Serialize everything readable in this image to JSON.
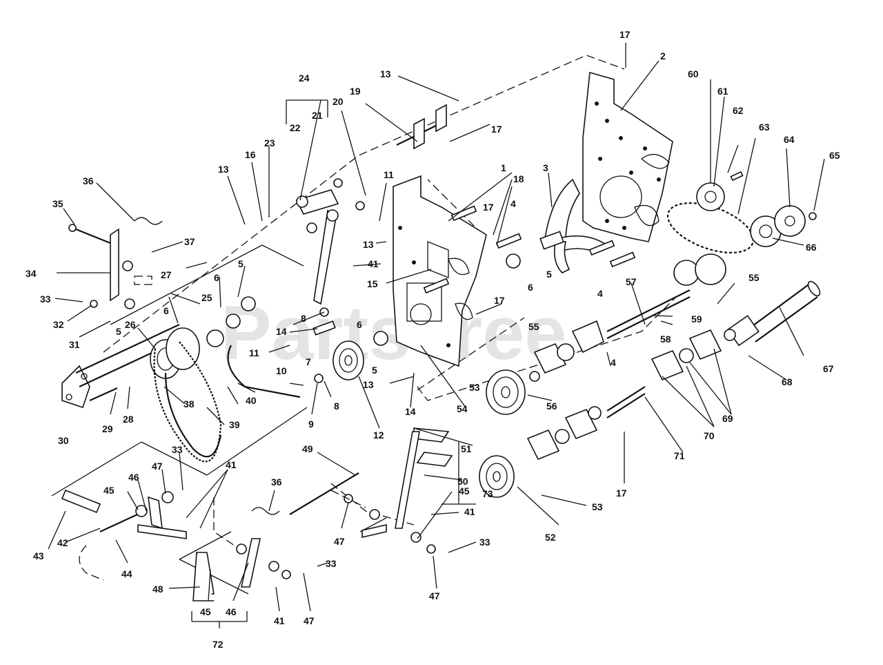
{
  "watermark": "PartsTree",
  "callouts": [
    "1",
    "2",
    "3",
    "4",
    "5",
    "6",
    "7",
    "8",
    "9",
    "10",
    "11",
    "12",
    "13",
    "14",
    "15",
    "16",
    "17",
    "18",
    "19",
    "20",
    "21",
    "22",
    "23",
    "24",
    "25",
    "26",
    "27",
    "28",
    "29",
    "30",
    "31",
    "32",
    "33",
    "34",
    "35",
    "36",
    "37",
    "38",
    "39",
    "40",
    "41",
    "42",
    "43",
    "44",
    "45",
    "46",
    "47",
    "48",
    "49",
    "50",
    "51",
    "52",
    "53",
    "54",
    "55",
    "56",
    "57",
    "58",
    "59",
    "60",
    "61",
    "62",
    "63",
    "64",
    "65",
    "66",
    "67",
    "68",
    "69",
    "70",
    "71",
    "72",
    "73"
  ]
}
